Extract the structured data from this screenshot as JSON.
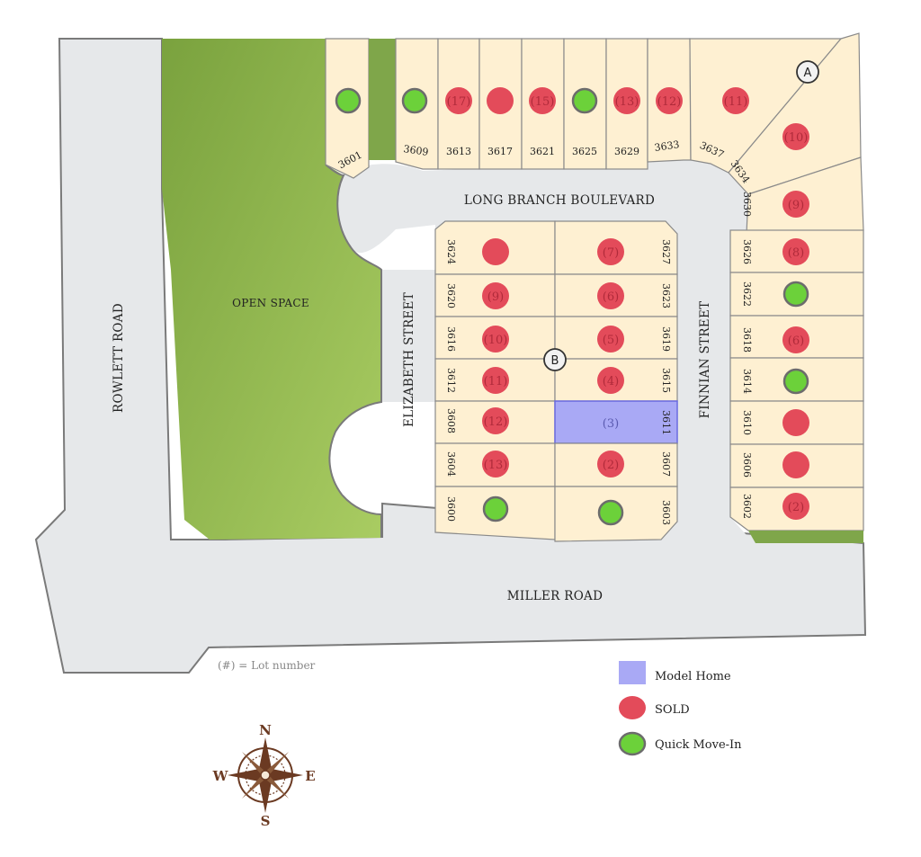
{
  "streets": {
    "long_branch": "LONG BRANCH BOULEVARD",
    "elizabeth": "ELIZABETH STREET",
    "finnian": "FINNIAN STREET",
    "rowlett": "ROWLETT ROAD",
    "miller": "MILLER ROAD",
    "open_space": "OPEN SPACE"
  },
  "markers": {
    "a": "A",
    "b": "B"
  },
  "north_lots": [
    {
      "addr": "3601",
      "status": "quick-move-in",
      "lot": ""
    },
    {
      "addr": "3609",
      "status": "quick-move-in",
      "lot": ""
    },
    {
      "addr": "3613",
      "status": "sold",
      "lot": "(17)"
    },
    {
      "addr": "3617",
      "status": "sold",
      "lot": ""
    },
    {
      "addr": "3621",
      "status": "sold",
      "lot": "(15)"
    },
    {
      "addr": "3625",
      "status": "quick-move-in",
      "lot": ""
    },
    {
      "addr": "3629",
      "status": "sold",
      "lot": "(13)"
    },
    {
      "addr": "3633",
      "status": "sold",
      "lot": "(12)"
    },
    {
      "addr": "3637",
      "status": "sold",
      "lot": "(11)"
    },
    {
      "addr": "3634",
      "status": "sold",
      "lot": "(10)"
    }
  ],
  "east_lots": [
    {
      "addr": "3630",
      "status": "sold",
      "lot": "(9)"
    },
    {
      "addr": "3626",
      "status": "sold",
      "lot": "(8)"
    },
    {
      "addr": "3622",
      "status": "quick-move-in",
      "lot": ""
    },
    {
      "addr": "3618",
      "status": "sold",
      "lot": "(6)"
    },
    {
      "addr": "3614",
      "status": "quick-move-in",
      "lot": ""
    },
    {
      "addr": "3610",
      "status": "sold",
      "lot": ""
    },
    {
      "addr": "3606",
      "status": "sold",
      "lot": ""
    },
    {
      "addr": "3602",
      "status": "sold",
      "lot": "(2)"
    }
  ],
  "center_west_lots": [
    {
      "addr": "3624",
      "status": "sold",
      "lot": ""
    },
    {
      "addr": "3620",
      "status": "sold",
      "lot": "(9)"
    },
    {
      "addr": "3616",
      "status": "sold",
      "lot": "(10)"
    },
    {
      "addr": "3612",
      "status": "sold",
      "lot": "(11)"
    },
    {
      "addr": "3608",
      "status": "sold",
      "lot": "(12)"
    },
    {
      "addr": "3604",
      "status": "sold",
      "lot": "(13)"
    },
    {
      "addr": "3600",
      "status": "quick-move-in",
      "lot": ""
    }
  ],
  "center_east_lots": [
    {
      "addr": "3627",
      "status": "sold",
      "lot": "(7)"
    },
    {
      "addr": "3623",
      "status": "sold",
      "lot": "(6)"
    },
    {
      "addr": "3619",
      "status": "sold",
      "lot": "(5)"
    },
    {
      "addr": "3615",
      "status": "sold",
      "lot": "(4)"
    },
    {
      "addr": "3611",
      "status": "model-home",
      "lot": "(3)"
    },
    {
      "addr": "3607",
      "status": "sold",
      "lot": "(2)"
    },
    {
      "addr": "3603",
      "status": "quick-move-in",
      "lot": ""
    }
  ],
  "legend": {
    "model_home": "Model Home",
    "sold": "SOLD",
    "quick_move_in": "Quick Move-In",
    "lot_note": "(#) = Lot number"
  },
  "compass": {
    "n": "N",
    "s": "S",
    "e": "E",
    "w": "W"
  },
  "colors": {
    "lot": "#fef0d2",
    "sold": "#e34b5a",
    "quick_move_in": "#6cd13a",
    "model_home": "#a9a9f5",
    "park": "#8db34d",
    "road": "#e6e8ea"
  }
}
